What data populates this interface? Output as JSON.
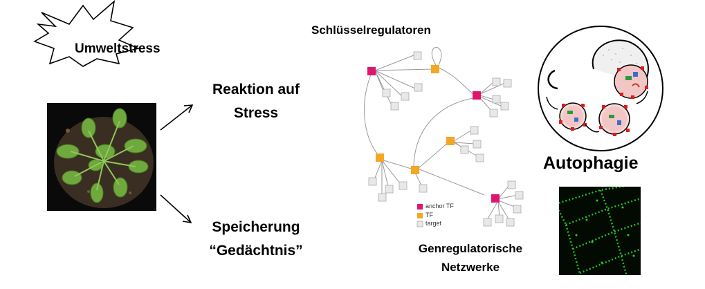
{
  "labels": {
    "stress": "Umweltstress",
    "reaction_line1": "Reaktion auf",
    "reaction_line2": "Stress",
    "memory_line1": "Speicherung",
    "memory_line2": "“Gedächtnis”",
    "key_regulators": "Schlüsselregulatoren",
    "grn_line1": "Genregulatorische",
    "grn_line2": "Netzwerke",
    "autophagy": "Autophagie"
  },
  "legend": {
    "anchor": "anchor TF",
    "tf": "TF",
    "target": "target"
  },
  "colors": {
    "anchor_tf": "#e0156e",
    "tf": "#f5a623",
    "target": "#e6e6e6",
    "edge": "#999999",
    "micro_green": "#27d427"
  }
}
